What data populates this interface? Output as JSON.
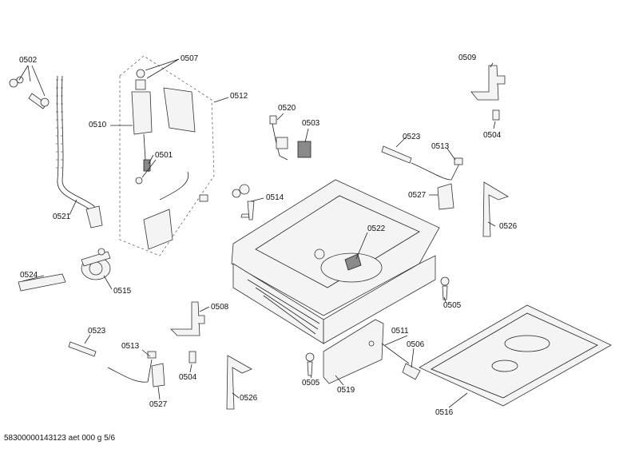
{
  "diagram": {
    "labels": {
      "l0502": "0502",
      "l0507": "0507",
      "l0512": "0512",
      "l0510": "0510",
      "l0501": "0501",
      "l0521": "0521",
      "l0520": "0520",
      "l0503": "0503",
      "l0509": "0509",
      "l0504a": "0504",
      "l0523a": "0523",
      "l0513a": "0513",
      "l0527a": "0527",
      "l0526a": "0526",
      "l0514": "0514",
      "l0522": "0522",
      "l0524": "0524",
      "l0515": "0515",
      "l0508": "0508",
      "l0505a": "0505",
      "l0511": "0511",
      "l0506": "0506",
      "l0523b": "0523",
      "l0513b": "0513",
      "l0504b": "0504",
      "l0527b": "0527",
      "l0526b": "0526",
      "l0505b": "0505",
      "l0519": "0519",
      "l0516": "0516"
    },
    "footer": "58300000143123 aet 000 g 5/6"
  }
}
